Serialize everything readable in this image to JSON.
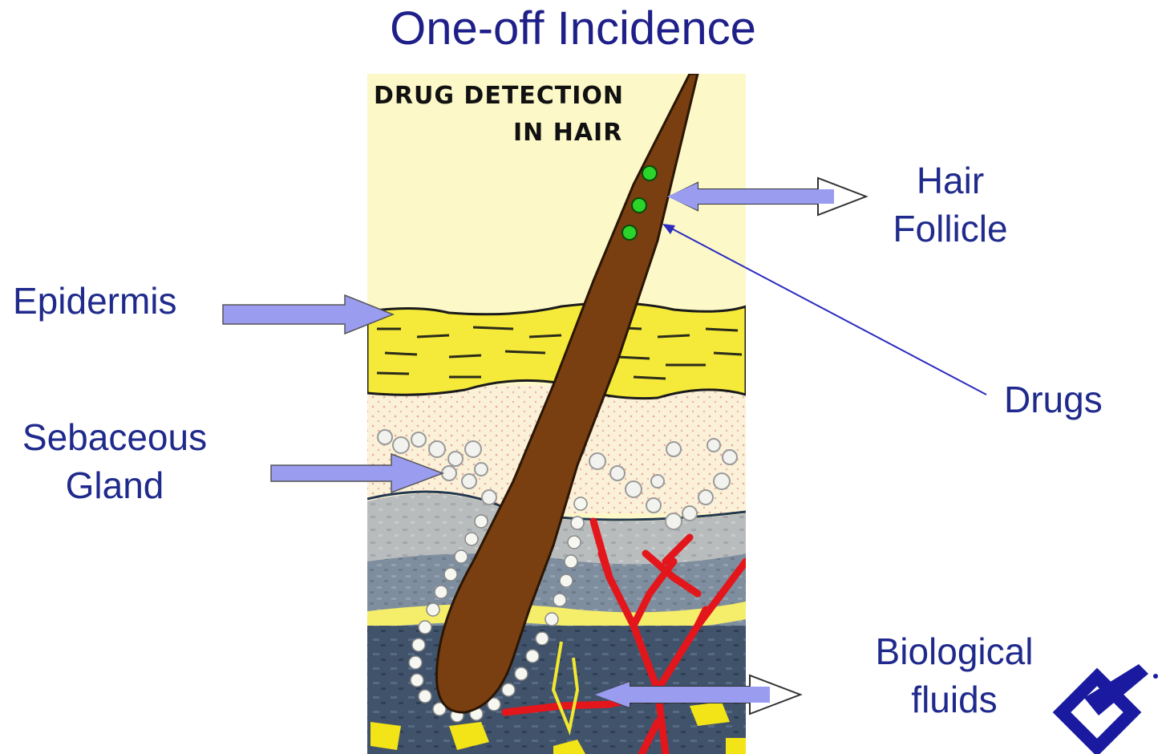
{
  "title": "One-off Incidence",
  "illustration": {
    "heading_line1": "DRUG DETECTION",
    "heading_line2": "IN HAIR"
  },
  "labels": {
    "hair_follicle_line1": "Hair",
    "hair_follicle_line2": "Follicle",
    "epidermis": "Epidermis",
    "drugs": "Drugs",
    "sebaceous_line1": "Sebaceous",
    "sebaceous_line2": "Gland",
    "biological_line1": "Biological",
    "biological_line2": "fluids"
  },
  "colors": {
    "label_text": "#1f2a8c",
    "arrow_fill": "#9a9cf0",
    "hair": "#7a3f10",
    "epidermis": "#f5ea3a",
    "background_panel": "#fcf8c8",
    "blood_vessel": "#e3161b",
    "drug_dots": "#2ad42a",
    "logo": "#1a1aa0"
  },
  "icons": {
    "logo": "diamond-logo-icon"
  }
}
